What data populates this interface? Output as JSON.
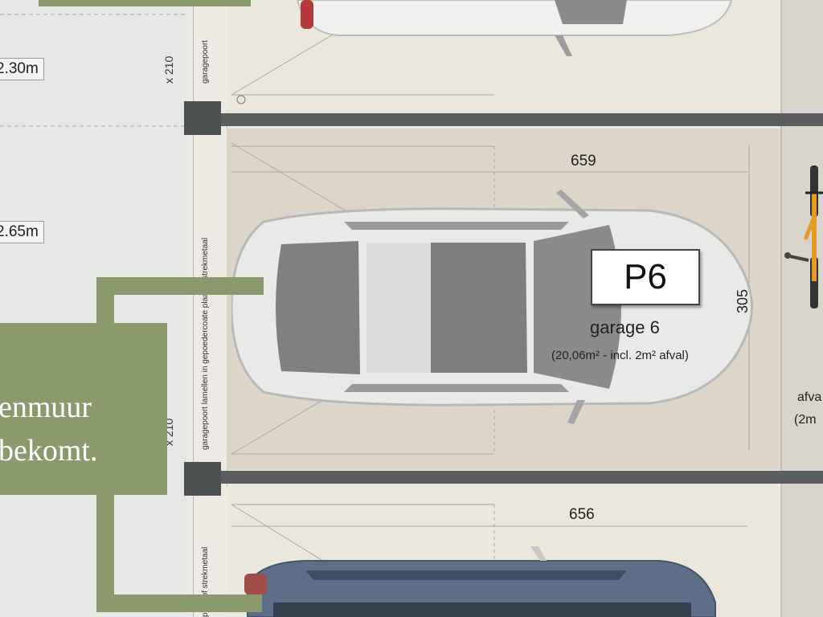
{
  "dimensions": {
    "width_top": "2.30m",
    "width_mid": "2.65m",
    "height_top": "x 210",
    "height_mid": "x 210",
    "length_g6": "659",
    "length_g7": "656",
    "width_g6": "305"
  },
  "garage": {
    "plate": "P6",
    "title": "garage 6",
    "area": "(20,06m² - incl. 2m² afval)"
  },
  "strip_labels": {
    "top": "garagepoort",
    "mid": "garagepoort lamellen in gepoedercoate plaat of strekmetaal",
    "bottom": "plaat of strekmetaal"
  },
  "side": {
    "label": "afva",
    "sub": "(2m"
  },
  "callout": {
    "line1": "enmuur",
    "line2": "bekomt."
  },
  "colors": {
    "accent_green": "#8b9a6c",
    "wall": "#5a5d5d",
    "garage_floor": "#ddd5c8"
  }
}
